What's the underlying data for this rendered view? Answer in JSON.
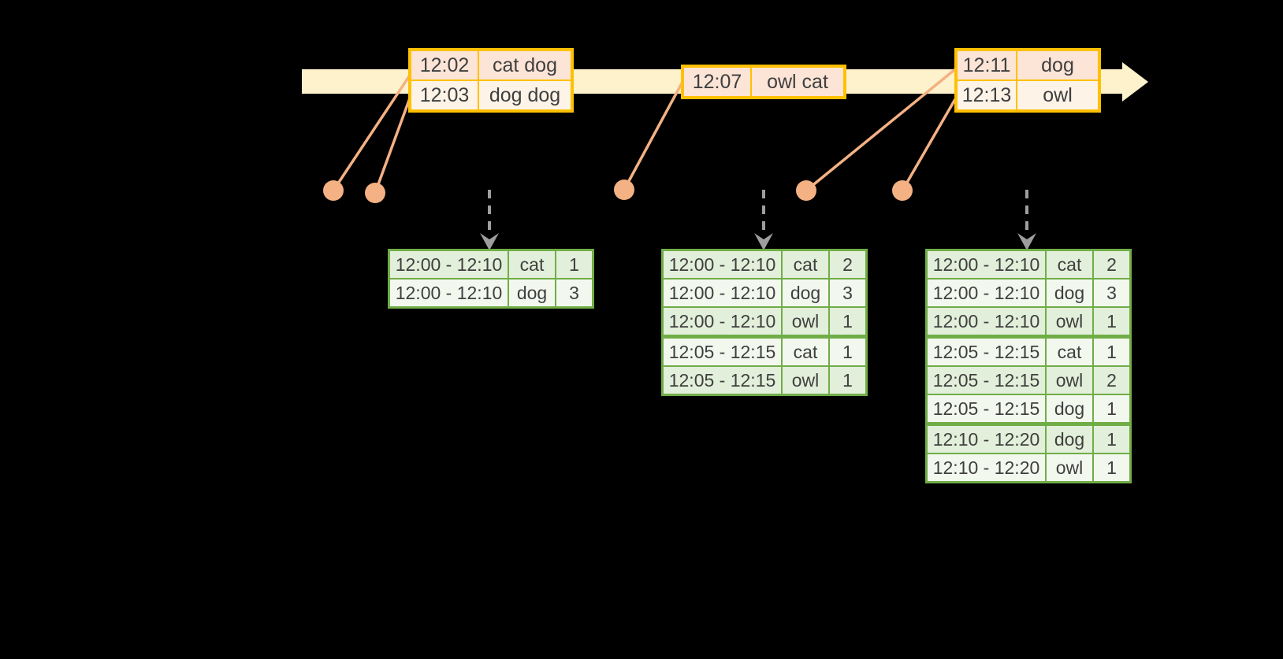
{
  "diagram": {
    "colors": {
      "timeline": "#fdf2cc",
      "input_border": "#ffc000",
      "input_row_dark": "#fce4d6",
      "input_row_light": "#fdf3e7",
      "connector": "#f4b183",
      "trigger_arrow": "#9e9e9e",
      "result_border": "#70ad47",
      "result_row_dark": "#e2efda",
      "result_row_light": "#f3f8ef",
      "text": "#3f3f3f"
    }
  },
  "input_tables": [
    {
      "rows": [
        {
          "time": "12:02",
          "words": "cat dog"
        },
        {
          "time": "12:03",
          "words": "dog dog"
        }
      ]
    },
    {
      "rows": [
        {
          "time": "12:07",
          "words": "owl cat"
        }
      ]
    },
    {
      "rows": [
        {
          "time": "12:11",
          "words": "dog"
        },
        {
          "time": "12:13",
          "words": "owl"
        }
      ]
    }
  ],
  "result_tables": [
    {
      "rows": [
        {
          "window": "12:00 - 12:10",
          "word": "cat",
          "count": "1"
        },
        {
          "window": "12:00 - 12:10",
          "word": "dog",
          "count": "3"
        }
      ]
    },
    {
      "rows": [
        {
          "window": "12:00 - 12:10",
          "word": "cat",
          "count": "2"
        },
        {
          "window": "12:00 - 12:10",
          "word": "dog",
          "count": "3"
        },
        {
          "window": "12:00 - 12:10",
          "word": "owl",
          "count": "1"
        },
        {
          "window": "12:05 - 12:15",
          "word": "cat",
          "count": "1"
        },
        {
          "window": "12:05 - 12:15",
          "word": "owl",
          "count": "1"
        }
      ]
    },
    {
      "rows": [
        {
          "window": "12:00 - 12:10",
          "word": "cat",
          "count": "2"
        },
        {
          "window": "12:00 - 12:10",
          "word": "dog",
          "count": "3"
        },
        {
          "window": "12:00 - 12:10",
          "word": "owl",
          "count": "1"
        },
        {
          "window": "12:05 - 12:15",
          "word": "cat",
          "count": "1"
        },
        {
          "window": "12:05 - 12:15",
          "word": "owl",
          "count": "2"
        },
        {
          "window": "12:05 - 12:15",
          "word": "dog",
          "count": "1"
        },
        {
          "window": "12:10 - 12:20",
          "word": "dog",
          "count": "1"
        },
        {
          "window": "12:10 - 12:20",
          "word": "owl",
          "count": "1"
        }
      ]
    }
  ]
}
